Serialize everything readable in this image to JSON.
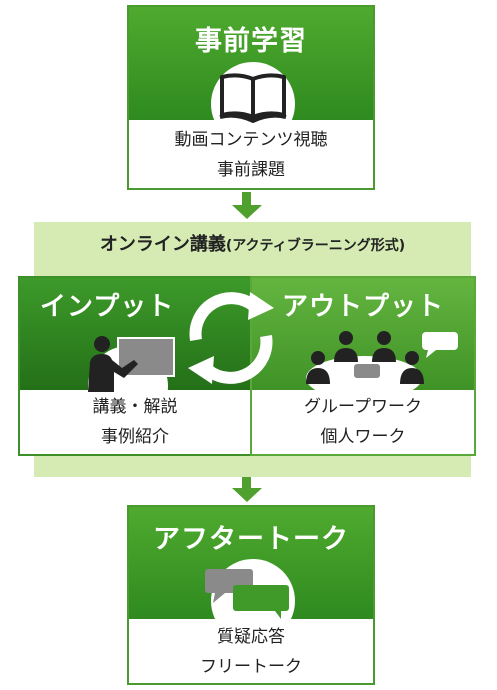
{
  "pre_study": {
    "title": "事前学習",
    "line1": "動画コンテンツ視聴",
    "line2": "事前課題"
  },
  "online_lecture": {
    "title_main": "オンライン講義",
    "title_paren": "(アクティブラーニング形式)"
  },
  "input": {
    "title": "インプット",
    "line1": "講義・解説",
    "line2": "事例紹介"
  },
  "output": {
    "title": "アウトプット",
    "line1": "グループワーク",
    "line2": "個人ワーク"
  },
  "after_talk": {
    "title": "アフタートーク",
    "line1": "質疑応答",
    "line2": "フリートーク"
  },
  "colors": {
    "green": "#3d9a2a",
    "light_green": "#d6ebb3",
    "arrow": "#4fa02e"
  },
  "icons": [
    "open-book-icon",
    "cycle-arrows-icon",
    "lecturer-icon",
    "group-meeting-icon",
    "chat-bubbles-icon"
  ]
}
